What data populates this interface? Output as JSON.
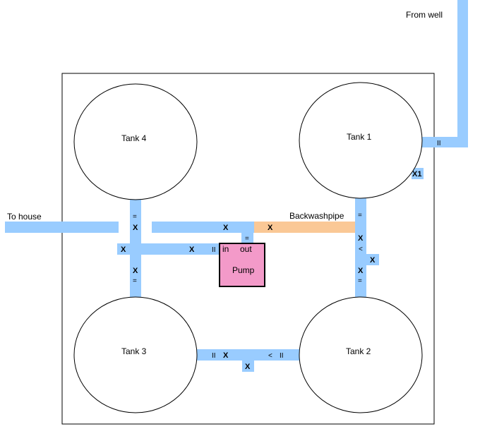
{
  "labels": {
    "from_well": "From well",
    "to_house": "To house",
    "backwash": "Backwashpipe",
    "tank1": "Tank 1",
    "tank2": "Tank 2",
    "tank3": "Tank 3",
    "tank4": "Tank 4",
    "pump": "Pump",
    "pump_in": "in",
    "pump_out": "out"
  },
  "markers": {
    "well_inlet": "II",
    "x1": "X1",
    "t1_eq": "=",
    "t1_x_a": "X",
    "t1_lt": "<",
    "t1_x_side": "X",
    "t1_x_b": "X",
    "t1_eq_b": "=",
    "backwash_x": "X",
    "pump_top_x": "X",
    "pump_top_eq": "=",
    "t4_eq": "=",
    "t4_x": "X",
    "left_x": "X",
    "mid_x": "X",
    "mid_ii": "II",
    "t3_x": "X",
    "t3_eq": "=",
    "bot_ii_left": "II",
    "bot_x_left": "X",
    "bot_lt": "<",
    "bot_ii_right": "II",
    "bot_x_down": "X"
  },
  "colors": {
    "pipe": "#99ccff",
    "backwash_pipe": "#fac896",
    "pump_fill": "#f39ac9",
    "outline": "#000000"
  }
}
